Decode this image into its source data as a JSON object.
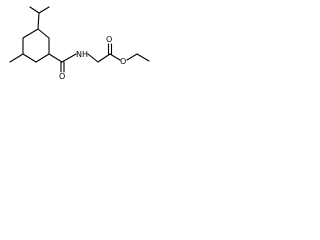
{
  "diagram": {
    "background": "#ffffff",
    "line_color": "#000000",
    "atoms": {
      "amide_oxygen": "O",
      "amide_nitrogen": "NH",
      "ester_carbonyl_oxygen": "O",
      "ester_oxygen": "O"
    }
  }
}
